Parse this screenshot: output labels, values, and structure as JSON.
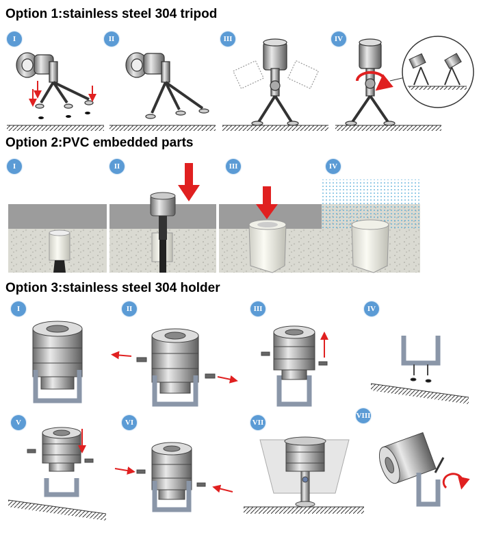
{
  "option1": {
    "title": "Option 1:stainless steel 304 tripod",
    "steps": [
      "I",
      "II",
      "III",
      "IV"
    ]
  },
  "option2": {
    "title": "Option 2:PVC embedded parts",
    "steps": [
      "I",
      "II",
      "III",
      "IV"
    ]
  },
  "option3": {
    "title": "Option 3:stainless steel 304 holder",
    "steps": [
      "I",
      "II",
      "III",
      "IV",
      "V",
      "VI",
      "VII",
      "VIII"
    ]
  },
  "colors": {
    "badge": "#5b9bd5",
    "arrow": "#e02020",
    "concrete": "#d8d8d2",
    "water": "#7fc4dc",
    "fixture": "#b8b8b8"
  }
}
